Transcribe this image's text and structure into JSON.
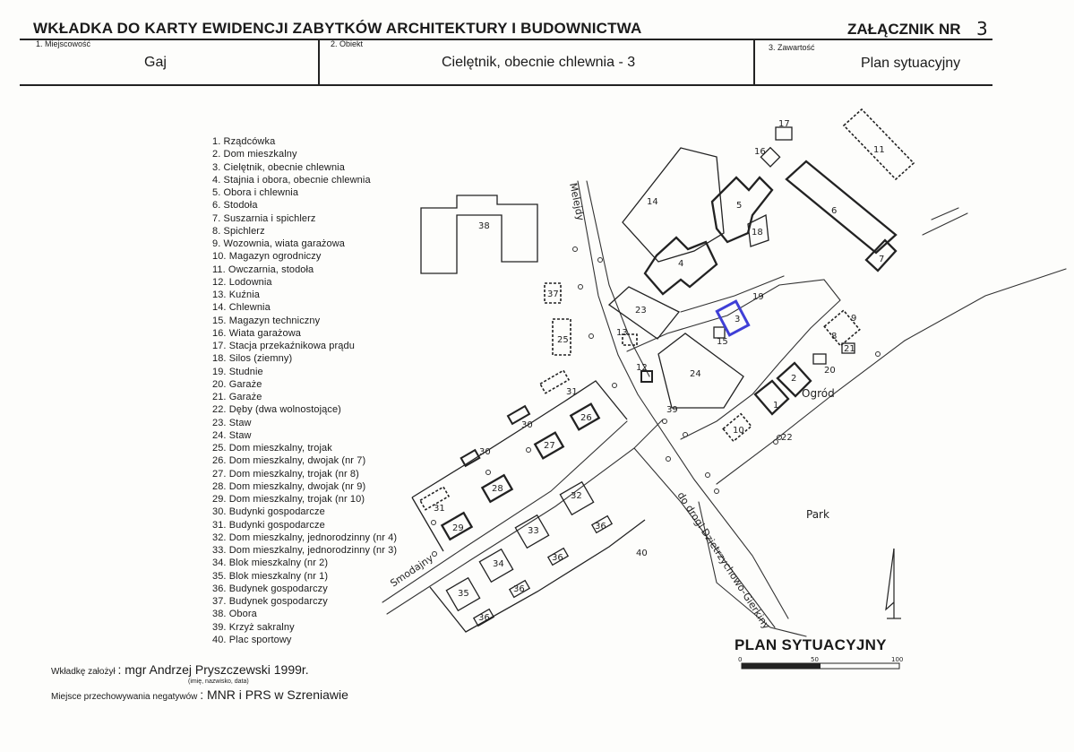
{
  "header": {
    "title": "WKŁADKA DO KARTY EWIDENCJI ZABYTKÓW ARCHITEKTURY I BUDOWNICTWA",
    "annex_label": "ZAŁĄCZNIK NR",
    "annex_number": "3"
  },
  "fields": {
    "locality_label": "1. Miejscowość",
    "locality_value": "Gaj",
    "object_label": "2. Obiekt",
    "object_value": "Cielętnik, obecnie chlewnia - 3",
    "content_label": "3. Zawartość",
    "content_value": "Plan sytuacyjny"
  },
  "legend": [
    "1. Rządcówka",
    "2. Dom mieszkalny",
    "3. Cielętnik, obecnie chlewnia",
    "4. Stajnia i obora, obecnie chlewnia",
    "5. Obora i chlewnia",
    "6. Stodoła",
    "7. Suszarnia i spichlerz",
    "8. Spichlerz",
    "9. Wozownia, wiata garażowa",
    "10. Magazyn ogrodniczy",
    "11. Owczarnia, stodoła",
    "12. Lodownia",
    "13. Kuźnia",
    "14. Chlewnia",
    "15. Magazyn techniczny",
    "16. Wiata garażowa",
    "17. Stacja przekaźnikowa prądu",
    "18. Silos (ziemny)",
    "19. Studnie",
    "20. Garaże",
    "21. Garaże",
    "22. Dęby (dwa wolnostojące)",
    "23. Staw",
    "24. Staw",
    "25. Dom mieszkalny, trojak",
    "26. Dom mieszkalny, dwojak (nr 7)",
    "27. Dom mieszkalny, trojak (nr 8)",
    "28. Dom mieszkalny, dwojak (nr 9)",
    "29. Dom mieszkalny, trojak (nr 10)",
    "30. Budynki gospodarcze",
    "31. Budynki gospodarcze",
    "32. Dom mieszkalny, jednorodzinny (nr 4)",
    "33. Dom mieszkalny, jednorodzinny (nr 3)",
    "34. Blok mieszkalny (nr 2)",
    "35. Blok mieszkalny (nr 1)",
    "36. Budynek gospodarczy",
    "37. Budynek gospodarczy",
    "38. Obora",
    "39. Krzyż sakralny",
    "40. Plac sportowy"
  ],
  "map": {
    "road_melejdy": "Melejdy",
    "road_smodajny": "Smodajny",
    "road_gierkiny": "do drogi Dzietrzychowo-Gierkiny",
    "label_ogrod": "Ogród",
    "label_park": "Park",
    "building_labels": [
      "1",
      "2",
      "3",
      "4",
      "5",
      "6",
      "7",
      "8",
      "9",
      "10",
      "11",
      "12",
      "13",
      "14",
      "15",
      "16",
      "17",
      "18",
      "19",
      "20",
      "21",
      "22",
      "23",
      "24",
      "25",
      "26",
      "27",
      "28",
      "29",
      "30",
      "30",
      "31",
      "31",
      "32",
      "33",
      "34",
      "35",
      "36",
      "36",
      "36",
      "36",
      "37",
      "38",
      "39",
      "40"
    ],
    "highlight_color": "#3f3fd6",
    "scale": [
      "0",
      "50",
      "100"
    ]
  },
  "plan_title": "PLAN SYTUACYJNY",
  "footer": {
    "author_label": "Wkładkę założył",
    "author_value": ": mgr Andrzej Pryszczewski  1999r.",
    "author_hint": "(imię, nazwisko, data)",
    "storage_label": "Miejsce przechowywania negatywów",
    "storage_value": ": MNR i PRS w Szreniawie"
  }
}
